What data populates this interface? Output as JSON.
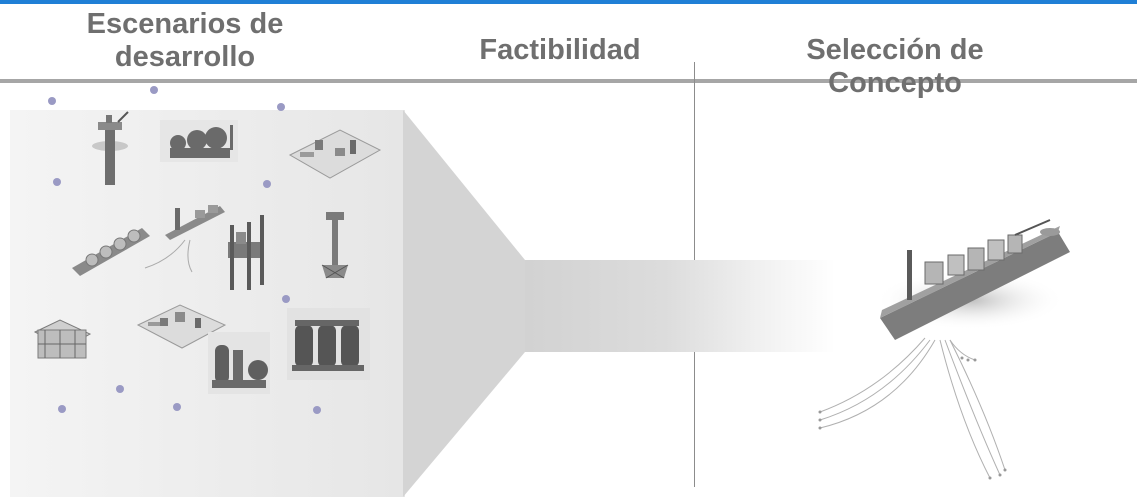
{
  "headings": {
    "stage1_line1": "Escenarios de",
    "stage1_line2": "desarrollo",
    "stage2": "Factibilidad",
    "stage3_line1": "Selección de",
    "stage3_line2": "Concepto"
  },
  "colors": {
    "top_bar": "#1f7fd6",
    "dots": "#9a9ac4",
    "funnel": "#d6d6d6",
    "text": "#6f6f6f"
  },
  "icons": [
    "offshore-platform-icon",
    "tank-farm-icon",
    "process-plant-icon",
    "lng-carrier-icon",
    "fpso-vessel-icon",
    "jackup-rig-icon",
    "spar-buoy-icon",
    "modular-plant-icon",
    "onshore-plant-icon",
    "refinery-icon",
    "storage-tanks-icon",
    "selected-fpso-icon"
  ]
}
